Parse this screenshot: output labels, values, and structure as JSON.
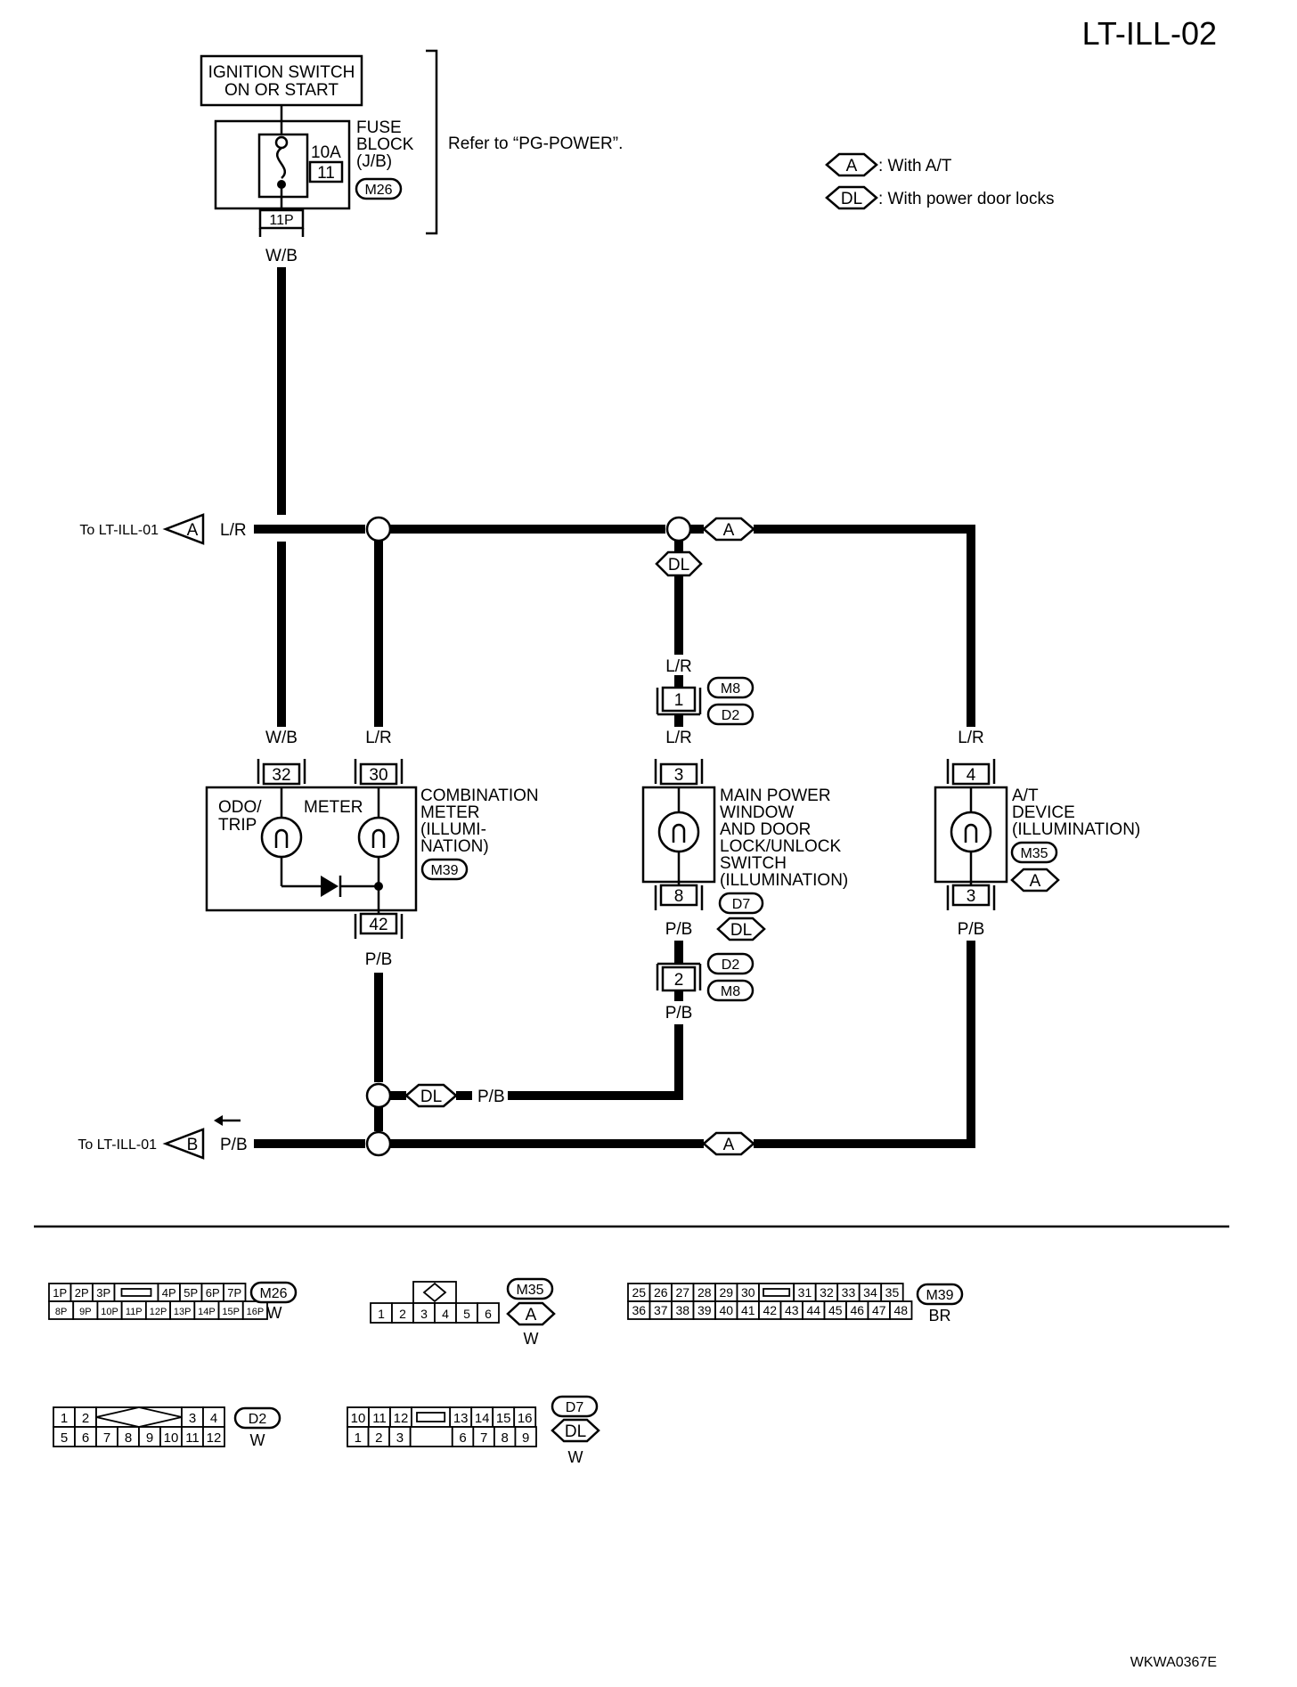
{
  "page_id": "LT-ILL-02",
  "figure_code": "WKWA0367E",
  "legend": [
    {
      "code": "A",
      "text": ": With A/T"
    },
    {
      "code": "DL",
      "text": ": With power door locks"
    }
  ],
  "power": {
    "ignition": [
      "IGNITION SWITCH",
      "ON OR START"
    ],
    "fuse_block": [
      "FUSE",
      "BLOCK",
      "(J/B)"
    ],
    "fuse_amp": "10A",
    "fuse_no": "11",
    "fuse_conn": "M26",
    "fuse_term": "11P",
    "refer": "Refer to “PG-POWER”."
  },
  "offpage": {
    "top_label": "To LT-ILL-01",
    "top_code": "A",
    "top_wire": "L/R",
    "bottom_label": "To LT-ILL-01",
    "bottom_code": "B",
    "bottom_wire": "P/B"
  },
  "wires": {
    "wb": "W/B",
    "lr": "L/R",
    "pb": "P/B"
  },
  "combination_meter": {
    "title": [
      "COMBINATION",
      "METER",
      "(ILLUMI-",
      "NATION)"
    ],
    "conn": "M39",
    "odo": [
      "ODO/",
      "TRIP"
    ],
    "meter": "METER",
    "pin_wb": "32",
    "pin_lr": "30",
    "pin_pb": "42"
  },
  "main_switch": {
    "title": [
      "MAIN POWER",
      "WINDOW",
      "AND DOOR",
      "LOCK/UNLOCK",
      "SWITCH",
      "(ILLUMINATION)"
    ],
    "conn": "D7",
    "opt": "DL",
    "pin_in": "3",
    "pin_out": "8",
    "jc_top_pin": "1",
    "jc_top_conns": [
      "M8",
      "D2"
    ],
    "jc_bot_pin": "2",
    "jc_bot_conns": [
      "D2",
      "M8"
    ]
  },
  "at_device": {
    "title": [
      "A/T",
      "DEVICE",
      "(ILLUMINATION)"
    ],
    "conn": "M35",
    "opt": "A",
    "pin_in": "4",
    "pin_out": "3"
  },
  "connectors": {
    "m26": {
      "name": "M26",
      "color": "W",
      "top": [
        "1P",
        "2P",
        "3P",
        "",
        "4P",
        "5P",
        "6P",
        "7P"
      ],
      "bottom": [
        "8P",
        "9P",
        "10P",
        "11P",
        "12P",
        "13P",
        "14P",
        "15P",
        "16P"
      ]
    },
    "m35": {
      "name": "M35",
      "opt": "A",
      "color": "W",
      "bottom": [
        "1",
        "2",
        "3",
        "4",
        "5",
        "6"
      ]
    },
    "m39": {
      "name": "M39",
      "color": "BR",
      "top": [
        "25",
        "26",
        "27",
        "28",
        "29",
        "30",
        "",
        "31",
        "32",
        "33",
        "34",
        "35"
      ],
      "bottom": [
        "36",
        "37",
        "38",
        "39",
        "40",
        "41",
        "42",
        "43",
        "44",
        "45",
        "46",
        "47",
        "48"
      ]
    },
    "d2": {
      "name": "D2",
      "color": "W",
      "top_left": [
        "1",
        "2"
      ],
      "top_right": [
        "3",
        "4"
      ],
      "bottom": [
        "5",
        "6",
        "7",
        "8",
        "9",
        "10",
        "11",
        "12"
      ]
    },
    "d7": {
      "name": "D7",
      "opt": "DL",
      "color": "W",
      "top": [
        "10",
        "11",
        "12",
        "",
        "13",
        "14",
        "15",
        "16"
      ],
      "bottom": [
        "1",
        "2",
        "3",
        "",
        "",
        "6",
        "7",
        "8",
        "9"
      ]
    }
  }
}
